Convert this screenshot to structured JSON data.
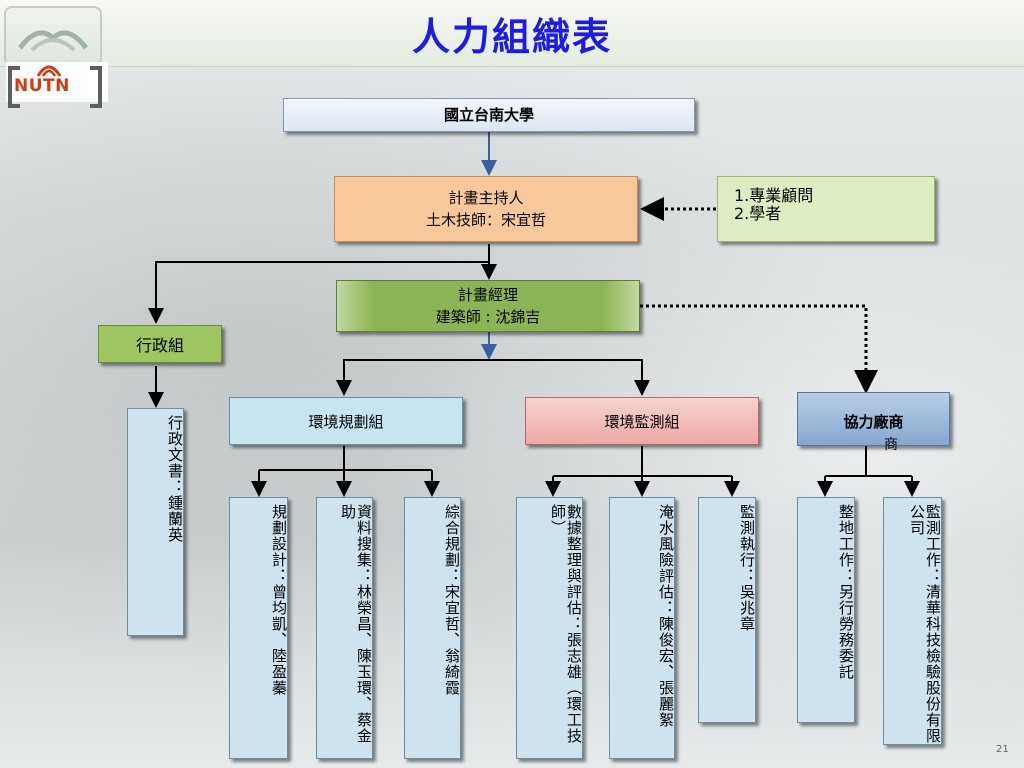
{
  "title": "人力組織表",
  "logo_text": "NUTN",
  "page_number": "21",
  "nodes": {
    "university": "國立台南大學",
    "host": "計畫主持人\n土木技師：宋宜哲",
    "advisors": "1.專業顧問\n2.學者",
    "manager": "計畫經理\n建築師 : 沈錦吉",
    "admin": "行政組",
    "admin_staff": "行政文書：鍾蘭英",
    "planning": "環境規劃組",
    "monitoring": "環境監測組",
    "partners": "協力廠商",
    "partners_sub": "商"
  },
  "planning_staff": [
    "規劃設計：曾均凱、陸盈蓁",
    "資料搜集：林榮昌、陳玉環、蔡金助",
    "綜合規劃：宋宜哲、翁綺霞"
  ],
  "monitoring_staff": [
    "數據整理與評估：張志雄（環工技師）",
    "淹水風險評估：陳俊宏、張麗絮",
    "監測執行：吳兆章"
  ],
  "partner_staff": [
    "整地工作：另行勞務委託",
    "監測工作：清華科技檢驗股份有限公司"
  ],
  "colors": {
    "title": "#1c1ce6",
    "host_fill": "#f8c89a",
    "advisor_fill": "#dcedc0",
    "manager_fill": "#8db454",
    "admin_fill": "#9fc560",
    "planning_fill": "#c7e4ef",
    "monitoring_fill": "#f0b8b6",
    "partners_fill": "#9cb8da",
    "staff_fill": "#cfe3ee",
    "connector": "#000000",
    "university_line": "#3a5fa0"
  }
}
